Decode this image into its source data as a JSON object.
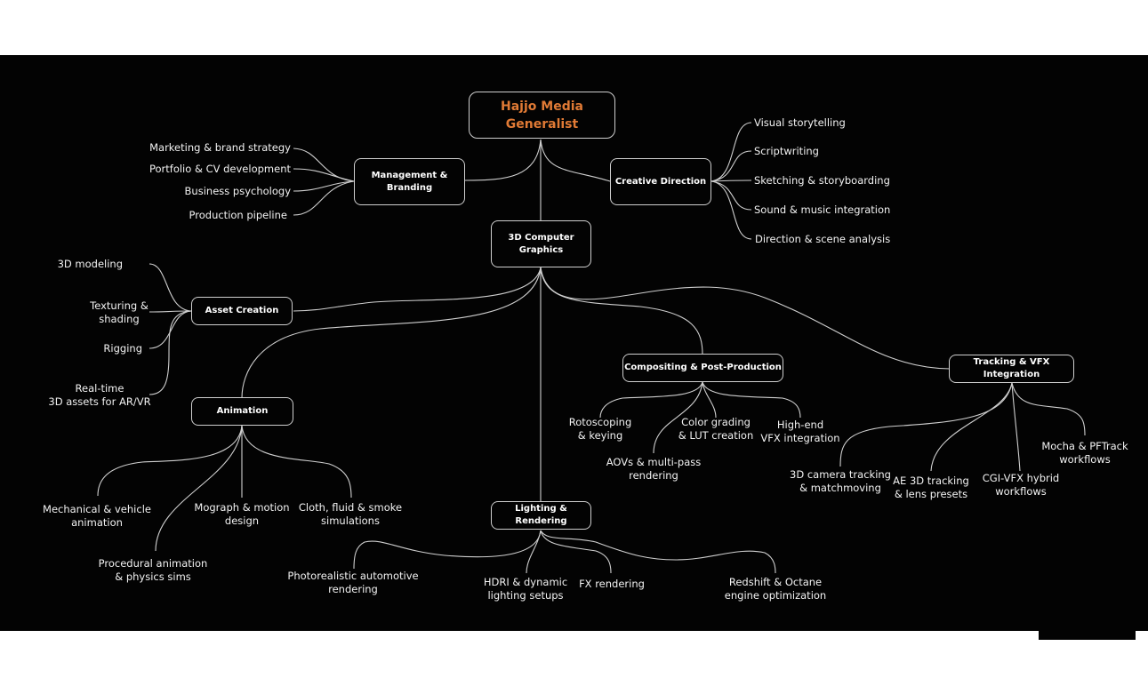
{
  "diagram": {
    "title": "Hajjo Media Generalist",
    "accent_color": "#e07a35",
    "background_color": "#030303",
    "line_color": "#cfcfcf",
    "root": {
      "label": "Hajjo Media\nGeneralist"
    },
    "branches": {
      "management": {
        "label": "Management &\nBranding",
        "children": [
          "Marketing & brand strategy",
          "Portfolio & CV development",
          "Business psychology",
          "Production pipeline"
        ]
      },
      "creative": {
        "label": "Creative Direction",
        "children": [
          "Visual storytelling",
          "Scriptwriting",
          "Sketching & storyboarding",
          "Sound & music integration",
          "Direction & scene analysis"
        ]
      },
      "cg": {
        "label": "3D Computer\nGraphics"
      },
      "asset": {
        "label": "Asset Creation",
        "children": [
          "3D modeling",
          "Texturing &\nshading",
          "Rigging",
          "Real-time\n3D assets for AR/VR"
        ]
      },
      "animation": {
        "label": "Animation",
        "children": [
          "Mechanical & vehicle\nanimation",
          "Procedural animation\n& physics sims",
          "Mograph & motion\ndesign",
          "Cloth, fluid & smoke\nsimulations"
        ]
      },
      "compositing": {
        "label": "Compositing & Post-Production",
        "children": [
          "Rotoscoping\n& keying",
          "AOVs & multi-pass\nrendering",
          "Color grading\n& LUT creation",
          "High-end\nVFX integration"
        ]
      },
      "tracking": {
        "label": "Tracking & VFX Integration",
        "children": [
          "3D camera tracking\n& matchmoving",
          "AE 3D tracking\n& lens presets",
          "CGI-VFX hybrid\nworkflows",
          "Mocha & PFTrack\nworkflows"
        ]
      },
      "lighting": {
        "label": "Lighting & Rendering",
        "children": [
          "Photorealistic automotive\nrendering",
          "HDRI & dynamic\nlighting setups",
          "FX rendering",
          "Redshift & Octane\nengine optimization"
        ]
      }
    }
  }
}
